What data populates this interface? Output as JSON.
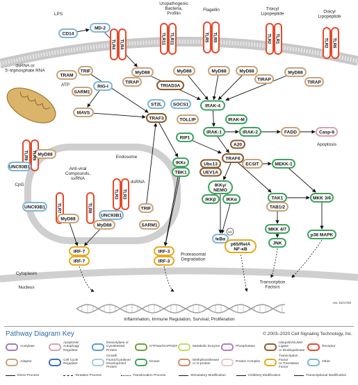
{
  "pathway": {
    "extracellular_labels": {
      "lps": "LPS",
      "uropathogenic": "Uropathogenic\nBacteria,\nProfilin",
      "flagellin": "Flagellin",
      "triacyl": "Triacyl\nLipopeptide",
      "diacyl": "Diacyl\nLipopeptide",
      "dsrna": "dsRNA or\n5'-triphosphate RNA",
      "atp": "ATP",
      "antiviral": "Anti-viral\nCompounds,\nssRNA",
      "cpg": "CpG",
      "dsrna2": "dsRNA",
      "endosome": "Endosome",
      "cytoplasm": "Cytoplasm",
      "nucleus": "Nucleus",
      "apoptosis": "Apoptosis",
      "proteasomal": "Proteasomal\nDegradation",
      "transcription_factors": "Transcription\nFactors",
      "outcome": "Inflammation, Immune Regulation, Survival, Proliferation",
      "revision": "rev. 01/17/20"
    },
    "nodes": {
      "cd14": "CD14",
      "md2": "MD-2",
      "tlr4a": "TLR4",
      "tlr4b": "TLR4",
      "tlr11a": "TLR11",
      "tlr11b": "TLR11",
      "tlr5a": "TLR5",
      "tlr5b": "TLR5",
      "tlr2a": "TLR2",
      "tlr1": "TLR1",
      "tlr2b": "TLR2",
      "tlr6": "TLR6",
      "tram": "TRAM",
      "trif": "TRIF",
      "myd88_a": "MyD88",
      "tirap_a": "TIRAP",
      "myd88_b": "MyD88",
      "myd88_c": "MyD88",
      "myd88_d": "MyD88",
      "tirap_b": "TIRAP",
      "myd88_e": "MyD88",
      "tirap_c": "TIRAP",
      "sarm1_a": "SARM1",
      "triad3a": "TRIAD3A",
      "st2l": "ST2L",
      "socs1": "SOCS1",
      "rigi": "RIG-I",
      "mavs": "MAVS",
      "irak4": "IRAK-4",
      "tollip": "TOLLIP",
      "irakm": "IRAK-M",
      "irak1": "IRAK-1",
      "irak2": "IRAK-2",
      "fadd": "FADD",
      "casp8": "Casp-8",
      "traf3": "TRAF3",
      "rip1": "RIP1",
      "a20": "A20",
      "traf6": "TRAF6",
      "ubc13": "Ubc13",
      "uev1a": "UEV1A",
      "ecsit": "ECSIT",
      "mekk1": "MEKK-1",
      "ikke": "IKKε",
      "tbk1": "TBK1",
      "ikkg": "IKKγ/\nNEMO",
      "ikkb": "IKKβ",
      "ikka": "IKKα",
      "tak1": "TAK1",
      "tab12": "TAB1/2",
      "mkk36": "MKK 3/6",
      "mkk47": "MKK 4/7",
      "jnk": "JNK",
      "p38": "p38 MAPK",
      "ikba": "IκBα",
      "ub": "Ub",
      "p65": "p65/RelA\nNF-κB",
      "unc93b1_a": "UNC93B1",
      "myd88_f": "MyD88",
      "tlr9a": "TLR9",
      "tlr9b": "TLR9",
      "unc93b1_b": "UNC93B1",
      "tlr7": "TLR7",
      "tlr8": "TLR8",
      "myd88_g": "MyD88",
      "myd88_h": "MyD88",
      "tlr3a": "TLR3",
      "tlr3b": "TLR3",
      "unc93b1_c": "UNC93B1",
      "trif_b": "TRIF",
      "sarm1_b": "SARM1",
      "irf7": "IRF-7",
      "irf7b": "IRF-7",
      "irf3": "IRF-3",
      "irf3b": "IRF-3"
    }
  },
  "legend": {
    "title": "Pathway Diagram Key",
    "copyright": "© 2003–2020 Cell Signaling Technology, Inc.",
    "items": [
      {
        "label": "Acetylase",
        "color": "#a07ab8"
      },
      {
        "label": "Apoptosis/\nAutophagy Regulator",
        "color": "#d9a0b8"
      },
      {
        "label": "Deacetylase or\nCytoskeletal Protein",
        "color": "#5b9bd5"
      },
      {
        "label": "GTPase/GAP/GEF",
        "color": "#6c9f3a"
      },
      {
        "label": "Metabolic Enzyme",
        "color": "#c5d86d"
      },
      {
        "label": "Phosphatase",
        "color": "#b07cc6"
      },
      {
        "label": "Ubiquitin/SUMO Ligase\nor Deubiquitinase",
        "color": "#8b5a2b"
      },
      {
        "label": "Receptor",
        "color": "#e8472a"
      },
      {
        "label": "Adaptor",
        "color": "#c9a37a"
      },
      {
        "label": "Cell Cycle Regulator",
        "color": "#3d6fb3"
      },
      {
        "label": "Growth Factor/Cytokine/\nDevelopment Protein",
        "color": "#a8c8e0"
      },
      {
        "label": "Kinase",
        "color": "#3da35d"
      },
      {
        "label": "Methyltransferase\nor G-protein",
        "color": "#d48a6a"
      },
      {
        "label": "Protein Complex",
        "color": "#e8c8c8"
      },
      {
        "label": "Transcription Factor\nor Translation Factor",
        "color": "#e8a818"
      },
      {
        "label": "Other",
        "color": "#7fb5d8"
      }
    ],
    "arrows": [
      "Direct Process",
      "Tentative Process",
      "Translocation Process",
      "Stimulatory Modification",
      "Inhibitory Modification",
      "Transcriptional Modification"
    ]
  },
  "colors": {
    "adaptor": "#c9a37a",
    "kinase": "#3da35d",
    "receptor": "#e8472a",
    "other": "#7fb5d8",
    "tf": "#e8a818",
    "ligase": "#8b5a2b",
    "apoptosis": "#d9a0b8",
    "legend_title": "#2d6aa0"
  }
}
